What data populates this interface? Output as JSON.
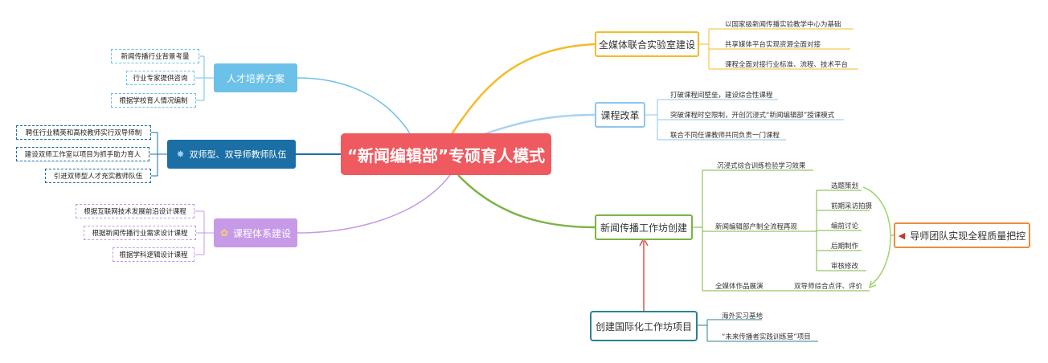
{
  "center": {
    "title": "“新闻编辑部”专硕育人模式"
  },
  "right_topics": [
    {
      "label": "全媒体联合实验室建设",
      "children": [
        "以国家级新闻传播实验教学中心为基础",
        "共享媒体平台实现资源全面对接",
        "课程全面对接行业标准、流程、技术平台"
      ],
      "color": "#f4bb2b"
    },
    {
      "label": "课程改革",
      "children": [
        "打破课程间壁垒，建设综合性课程",
        "突破课程时空限制，开创沉浸式“新闻编辑部”授课模式",
        "联合不同任课教师共同负责一门课程"
      ],
      "color": "#8fc6ee"
    },
    {
      "label": "新闻传播工作坊创建",
      "children": [
        "沉浸式综合训练检验学习效果",
        "新闻编辑部产制全流程再现",
        "全媒体作品展演"
      ],
      "workflow": [
        "选题策划",
        "前期采访拍摄",
        "编前讨论",
        "后期制作",
        "审核修改"
      ],
      "review": "双导师综合点评、评价",
      "color": "#7bb443"
    },
    {
      "label": "创建国际化工作坊项目",
      "children": [
        "海外实习基地",
        "“未来传播者实践训练营”项目"
      ],
      "color": "#2f7f93"
    }
  ],
  "quality": {
    "label": "导师团队实现全程质量把控",
    "color": "#ec8c3a"
  },
  "left_topics": [
    {
      "label": "人才培养方案",
      "children": [
        "新闻传播行业背景考量",
        "行业专家提供咨询",
        "根据学校育人情况编制"
      ],
      "color": "#6cc1e8"
    },
    {
      "label": "双师型、双导师教师队伍",
      "children": [
        "聘任行业精英和高校教师实行双导师制",
        "建设双师工作室以项目为抓手助力育人",
        "引进双师型人才充实教师队伍"
      ],
      "color": "#1b6fa6"
    },
    {
      "label": "课程体系建设",
      "children": [
        "根据互联网技术发展前沿设计课程",
        "根据新闻传播行业需求设计课程",
        "根据学科逻辑设计课程"
      ],
      "color": "#c79ae8"
    }
  ]
}
